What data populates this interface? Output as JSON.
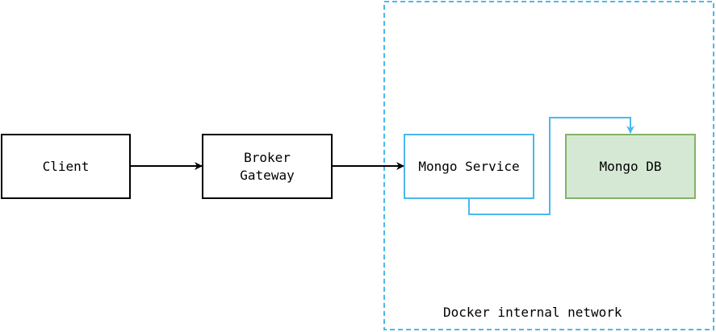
{
  "nodes": {
    "client": {
      "label": "Client"
    },
    "broker": {
      "label": "Broker\nGateway"
    },
    "mongo_service": {
      "label": "Mongo Service"
    },
    "mongo_db": {
      "label": "Mongo DB"
    }
  },
  "groups": {
    "docker_network": {
      "label": "Docker internal network"
    }
  },
  "edges": [
    {
      "from": "Client",
      "to": "Broker\nGateway"
    },
    {
      "from": "Broker\nGateway",
      "to": "Mongo Service"
    },
    {
      "from": "Mongo Service",
      "to": "Mongo DB"
    }
  ],
  "colors": {
    "black_stroke": "#000000",
    "blue_stroke": "#4ab8ed",
    "green_fill": "#d5e8d4",
    "green_stroke": "#82b366"
  }
}
